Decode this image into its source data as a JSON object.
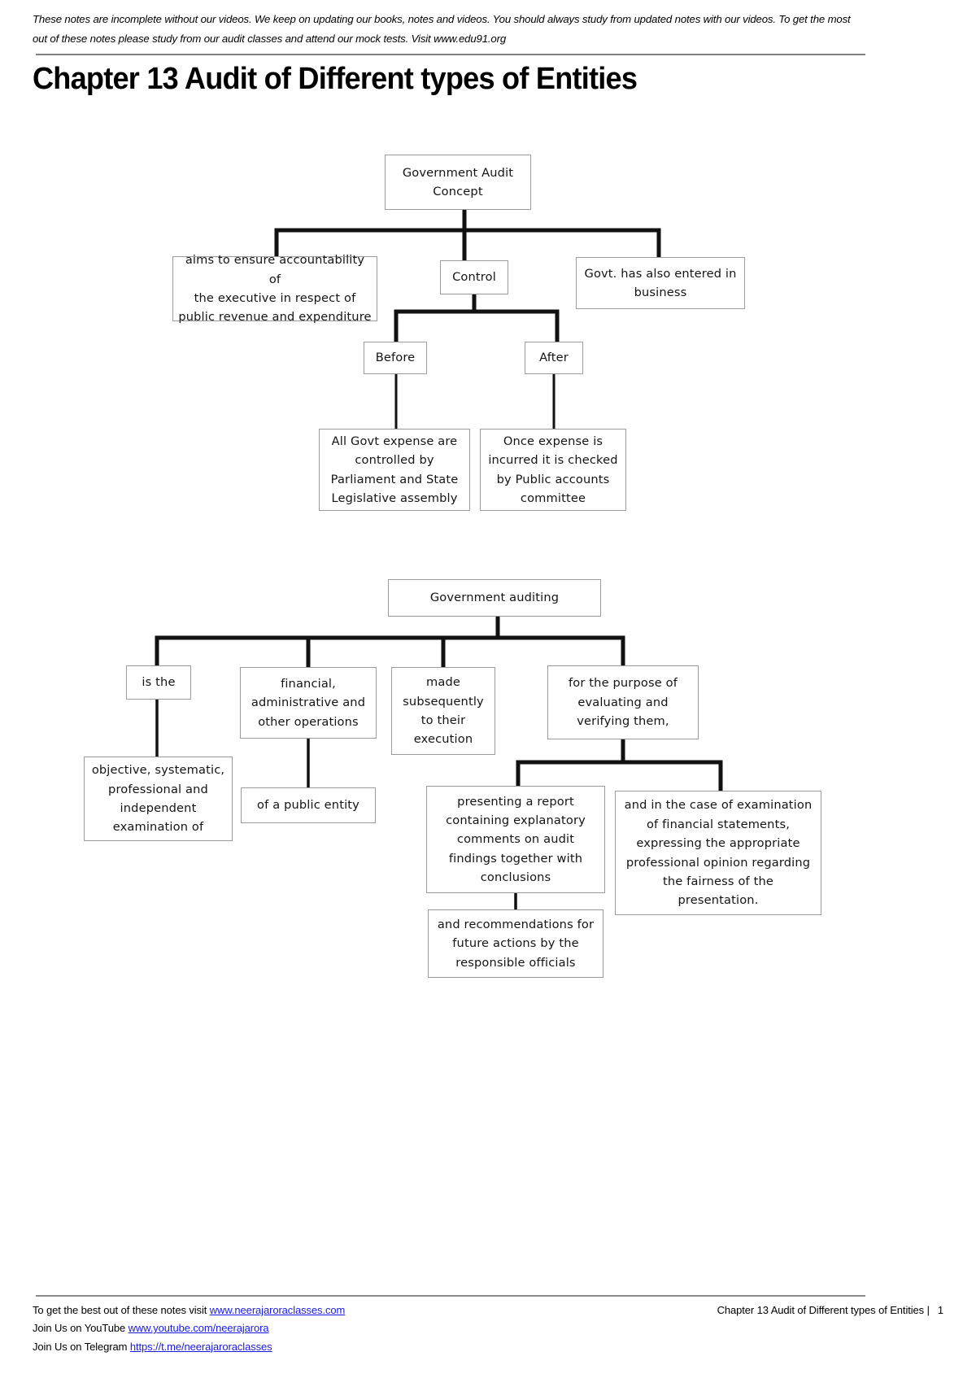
{
  "header": {
    "note": "These notes are incomplete without our videos. We keep on updating our books, notes and videos. You should always study from updated notes with our videos. To get the most out of these notes please study from our audit classes and attend our mock tests. Visit www.edu91.org",
    "title": "Chapter 13 Audit of Different types of Entities"
  },
  "diagram1": {
    "title": "Government Audit Concept",
    "nodes": {
      "root": "Government Audit\nConcept",
      "aims": "aims to ensure accountability of\nthe executive in respect of\npublic revenue and expenditure",
      "control": "Control",
      "business": "Govt. has also entered in\nbusiness",
      "before": "Before",
      "after": "After",
      "before_child": "All Govt expense are\ncontrolled by\nParliament and State\nLegislative assembly",
      "after_child": "Once expense is\nincurred it is checked\nby Public accounts\ncommittee"
    }
  },
  "diagram2": {
    "title": "Government auditing",
    "nodes": {
      "root": "Government auditing",
      "is_the": "is the",
      "financial": "financial,\nadministrative and\nother operations",
      "made_subsequently": "made\nsubsequently\nto their\nexecution",
      "purpose": "for the purpose of\nevaluating and\nverifying them,",
      "objective": "objective, systematic,\nprofessional and\nindependent\nexamination of",
      "public_entity": "of a public entity",
      "presenting": "presenting a report\ncontaining explanatory\ncomments on audit\nfindings together with\nconclusions",
      "recommendations": "and recommendations for\nfuture actions by the\nresponsible officials",
      "financial_statements": "and in the case of examination\nof financial statements,\nexpressing the appropriate\nprofessional opinion regarding\nthe fairness of the\npresentation."
    }
  },
  "footer": {
    "line1_prefix": "To get the best out of these notes visit ",
    "line1_link": "www.neerajaroraclasses.com",
    "line2_prefix": "Join Us on YouTube ",
    "line2_link": "www.youtube.com/neerajarora",
    "line3_prefix": "Join Us on Telegram ",
    "line3_link": "https://t.me/neerajaroraclasses",
    "right_title": "Chapter 13 Audit of Different types of Entities |",
    "page_number": "1"
  },
  "colors": {
    "box_border": "#9a9a9a",
    "connector": "#111111",
    "link": "#1a1ae6",
    "rule": "#808080"
  }
}
